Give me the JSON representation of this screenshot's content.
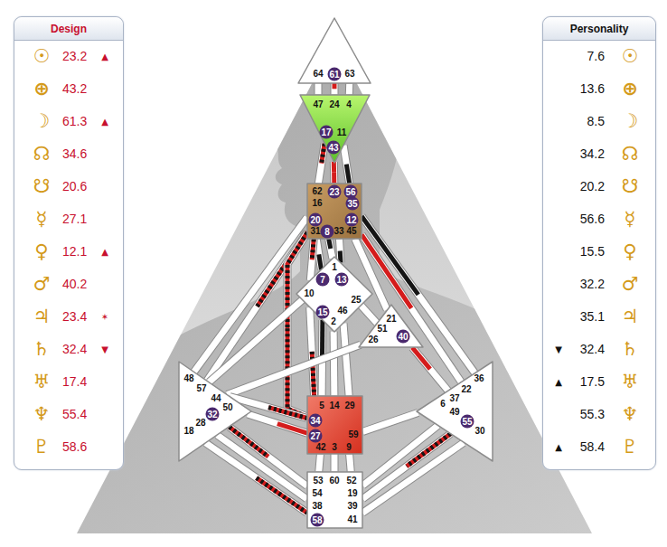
{
  "diagram": {
    "nodes": [
      {
        "text": [
          "Design",
          "☉",
          "23.2",
          "▲",
          "⊕",
          "43.2",
          "☽",
          "61.3",
          "▲",
          "☊",
          "34.6",
          "☋",
          "20.6",
          "☿",
          "27.1",
          "♀",
          "12.1",
          "▲",
          "♂",
          "40.2",
          "♃",
          "23.4",
          "✶",
          "♄",
          "32.4",
          "▼",
          "♅",
          "17.4",
          "♆",
          "55.4",
          "♇",
          "58.6"
        ]
      },
      {
        "text": [
          "Personality",
          "7.6",
          "☉",
          "13.6",
          "⊕",
          "8.5",
          "☽",
          "34.2",
          "☊",
          "20.2",
          "☋",
          "56.6",
          "☿",
          "15.5",
          "♀",
          "32.2",
          "♂",
          "35.1",
          "♃",
          "▼",
          "32.4",
          "♄",
          "▲",
          "17.5",
          "♅",
          "55.3",
          "♆",
          "▲",
          "58.4",
          "♇"
        ]
      },
      {
        "text": [
          "64",
          "61",
          "63"
        ]
      },
      {
        "text": [
          "47",
          "24",
          "4",
          "17",
          "11",
          "43"
        ]
      },
      {
        "text": [
          "62",
          "23",
          "56",
          "16",
          "35",
          "20",
          "12",
          "31",
          "8",
          "33",
          "45"
        ]
      },
      {
        "text": [
          "1",
          "7",
          "13",
          "10",
          "25",
          "15",
          "46",
          "2"
        ]
      },
      {
        "text": [
          "21",
          "51",
          "26",
          "40"
        ]
      },
      {
        "text": [
          "48",
          "57",
          "44",
          "50",
          "32",
          "28",
          "18"
        ]
      },
      {
        "text": [
          "5",
          "14",
          "29",
          "34",
          "27",
          "59",
          "42",
          "3",
          "9"
        ]
      },
      {
        "text": [
          "36",
          "22",
          "6",
          "37",
          "49",
          "55",
          "30"
        ]
      },
      {
        "text": [
          "53",
          "60",
          "52",
          "54",
          "19",
          "38",
          "39",
          "58",
          "41"
        ]
      }
    ],
    "edges": [
      {
        "from": 2,
        "to": 3,
        "arrow": "none"
      },
      {
        "from": 2,
        "to": 3,
        "arrow": "none"
      },
      {
        "from": 2,
        "to": 3,
        "arrow": "none"
      },
      {
        "from": 3,
        "to": 4,
        "arrow": "none"
      },
      {
        "from": 3,
        "to": 4,
        "arrow": "none"
      },
      {
        "from": 3,
        "to": 4,
        "arrow": "none"
      },
      {
        "from": 4,
        "to": 5,
        "arrow": "none"
      },
      {
        "from": 4,
        "to": 5,
        "arrow": "none"
      },
      {
        "from": 4,
        "to": 5,
        "arrow": "none"
      },
      {
        "from": 4,
        "to": 5,
        "arrow": "none"
      },
      {
        "from": 4,
        "to": 7,
        "arrow": "none"
      },
      {
        "from": 4,
        "to": 7,
        "arrow": "none"
      },
      {
        "from": 4,
        "to": 8,
        "arrow": "none"
      },
      {
        "from": 4,
        "to": 6,
        "arrow": "none"
      },
      {
        "from": 4,
        "to": 9,
        "arrow": "none"
      },
      {
        "from": 4,
        "to": 9,
        "arrow": "none"
      },
      {
        "from": 5,
        "to": 6,
        "arrow": "none"
      },
      {
        "from": 5,
        "to": 7,
        "arrow": "none"
      },
      {
        "from": 5,
        "to": 8,
        "arrow": "none"
      },
      {
        "from": 5,
        "to": 8,
        "arrow": "none"
      },
      {
        "from": 5,
        "to": 8,
        "arrow": "none"
      },
      {
        "from": 5,
        "to": 8,
        "arrow": "none"
      },
      {
        "from": 6,
        "to": 7,
        "arrow": "none"
      },
      {
        "from": 6,
        "to": 9,
        "arrow": "none"
      },
      {
        "from": 7,
        "to": 8,
        "arrow": "none"
      },
      {
        "from": 7,
        "to": 8,
        "arrow": "none"
      },
      {
        "from": 8,
        "to": 9,
        "arrow": "none"
      },
      {
        "from": 7,
        "to": 10,
        "arrow": "none"
      },
      {
        "from": 7,
        "to": 10,
        "arrow": "none"
      },
      {
        "from": 7,
        "to": 10,
        "arrow": "none"
      },
      {
        "from": 8,
        "to": 10,
        "arrow": "none"
      },
      {
        "from": 8,
        "to": 10,
        "arrow": "none"
      },
      {
        "from": 8,
        "to": 10,
        "arrow": "none"
      },
      {
        "from": 9,
        "to": 10,
        "arrow": "none"
      },
      {
        "from": 9,
        "to": 10,
        "arrow": "none"
      },
      {
        "from": 9,
        "to": 10,
        "arrow": "none"
      }
    ]
  }
}
